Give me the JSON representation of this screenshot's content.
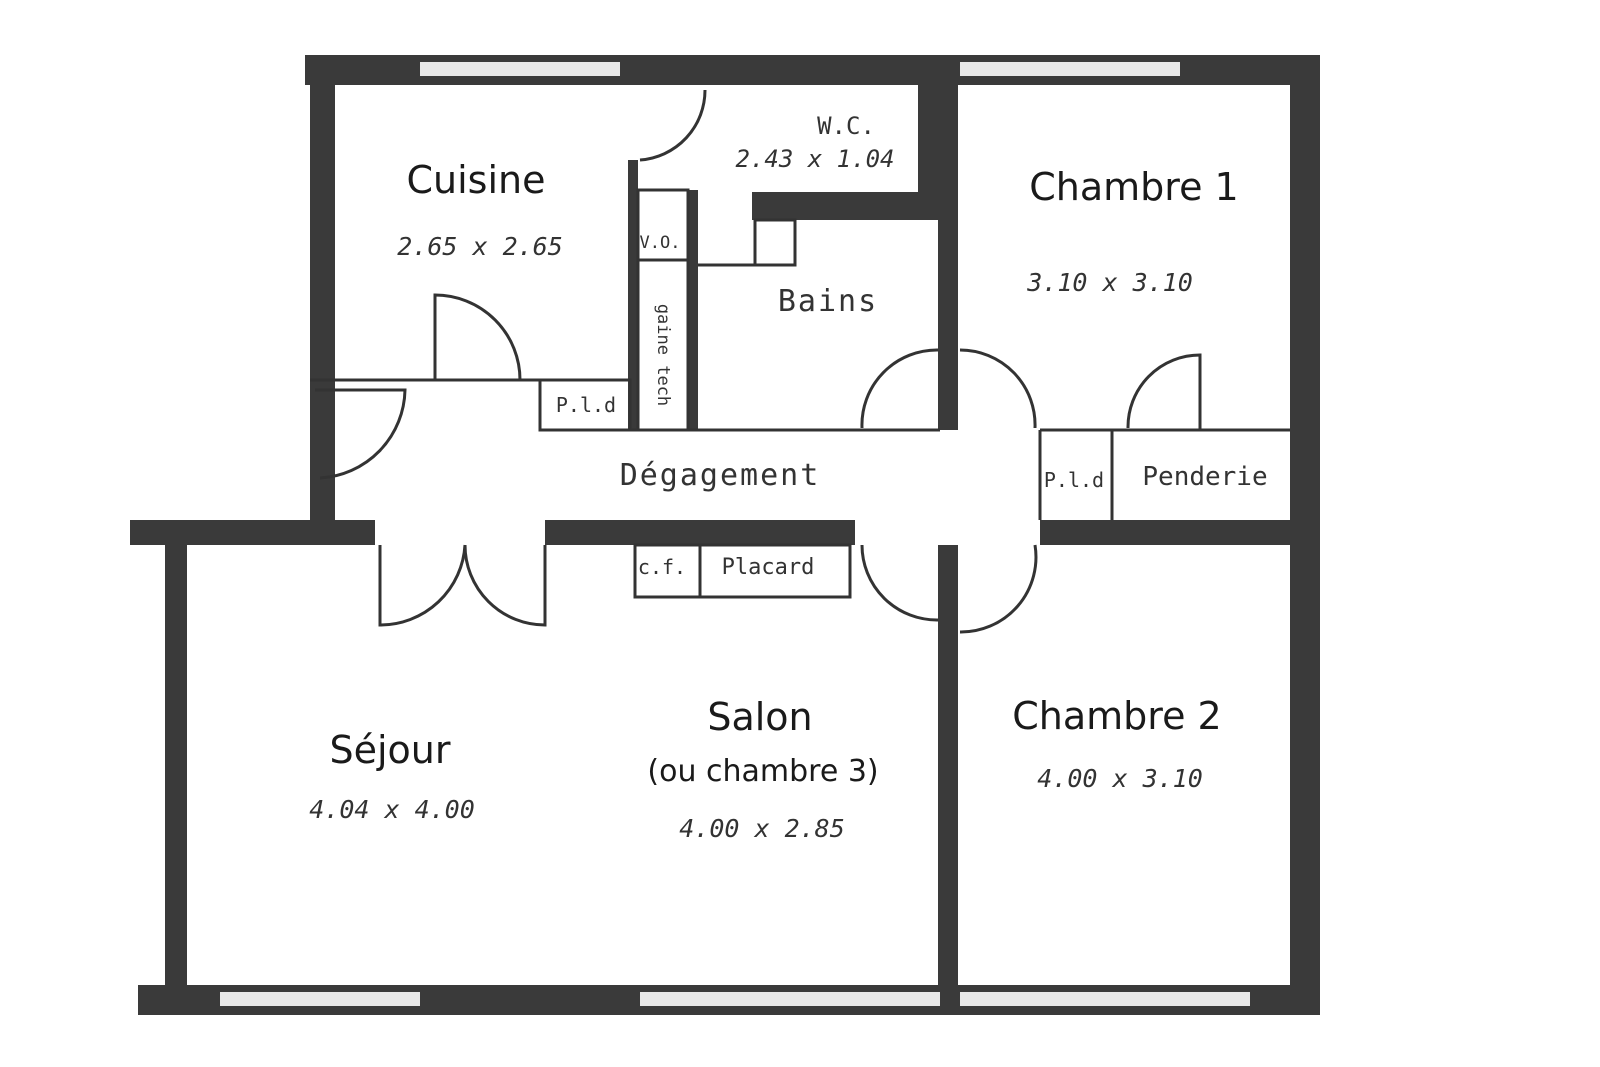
{
  "rooms": {
    "cuisine": {
      "name": "Cuisine",
      "dim": "2.65 x 2.65"
    },
    "wc": {
      "name": "W.C.",
      "dim": "2.43 x 1.04"
    },
    "bains": {
      "name": "Bains"
    },
    "chambre1": {
      "name": "Chambre 1",
      "dim": "3.10 x 3.10"
    },
    "degagement": {
      "name": "Dégagement"
    },
    "sejour": {
      "name": "Séjour",
      "dim": "4.04 x 4.00"
    },
    "salon": {
      "name": "Salon",
      "alt": "(ou chambre 3)",
      "dim": "4.00 x 2.85"
    },
    "chambre2": {
      "name": "Chambre 2",
      "dim": "4.00 x 3.10"
    }
  },
  "fixtures": {
    "vo": "V.O.",
    "gaine": "gaine tech",
    "pld1": "P.l.d",
    "pld2": "P.l.d",
    "penderie": "Penderie",
    "cf": "c.f.",
    "placard": "Placard"
  }
}
